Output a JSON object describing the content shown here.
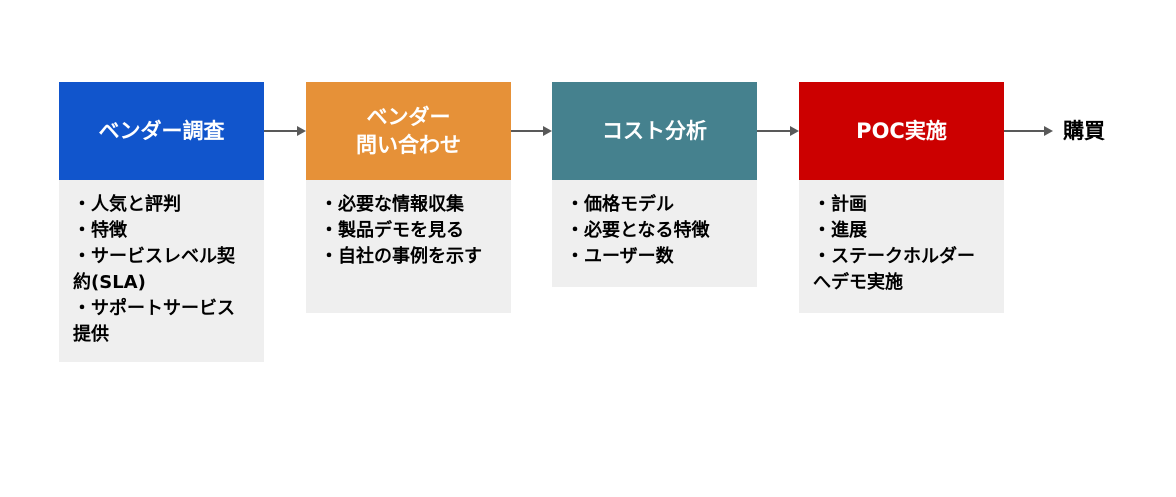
{
  "steps": [
    {
      "title": "ベンダー調査",
      "color": "#1155cc",
      "items": [
        "・人気と評判",
        "・特徴",
        "・サービスレベル契約(SLA)",
        "・サポートサービス提供"
      ]
    },
    {
      "title": "ベンダー\n問い合わせ",
      "color": "#e69138",
      "items": [
        "・必要な情報収集",
        "・製品デモを見る",
        "・自社の事例を示す"
      ]
    },
    {
      "title": "コスト分析",
      "color": "#45818e",
      "items": [
        "・価格モデル",
        "・必要となる特徴",
        "・ユーザー数"
      ]
    },
    {
      "title": "POC実施",
      "color": "#cc0000",
      "items": [
        "・計画",
        "・進展",
        "・ステークホルダーへデモ実施"
      ]
    }
  ],
  "final": {
    "label": "購買"
  },
  "colors": {
    "arrow": "#595959",
    "body_background": "#efefef"
  }
}
